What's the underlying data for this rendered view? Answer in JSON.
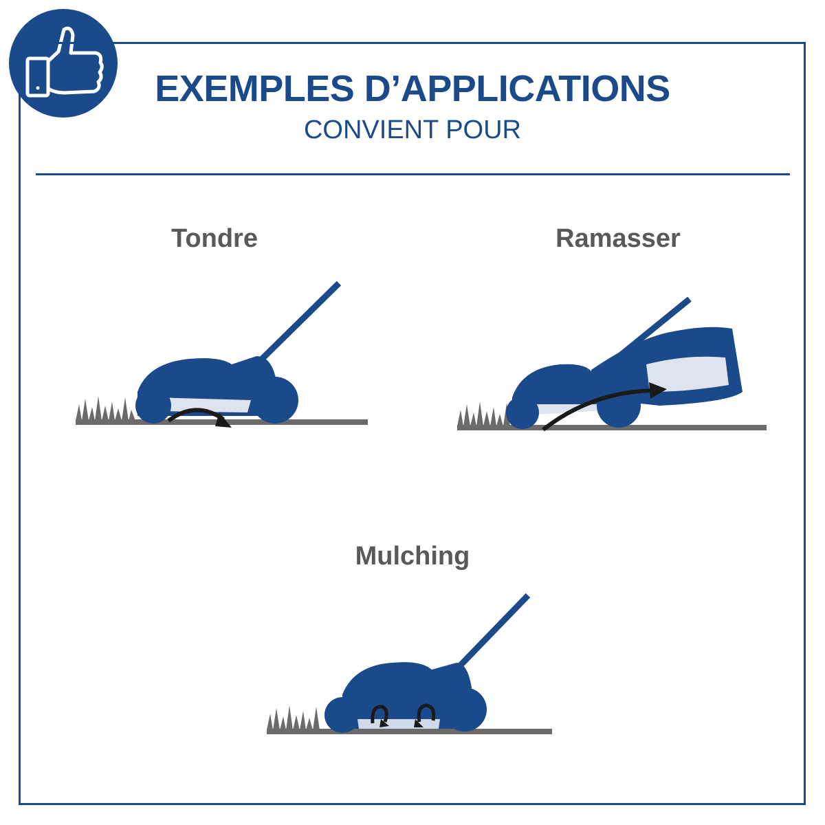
{
  "header": {
    "title": "EXEMPLES D’APPLICATIONS",
    "subtitle": "CONVIENT POUR"
  },
  "badge": {
    "icon": "thumbs-up-icon"
  },
  "applications": [
    {
      "label": "Tondre",
      "icon": "lawnmower-mowing-icon"
    },
    {
      "label": "Ramasser",
      "icon": "lawnmower-collecting-icon"
    },
    {
      "label": "Mulching",
      "icon": "lawnmower-mulching-icon"
    }
  ],
  "colors": {
    "brand_blue": "#1b4a8a",
    "label_gray": "#58595b",
    "grass_gray": "#6b6b6b"
  }
}
